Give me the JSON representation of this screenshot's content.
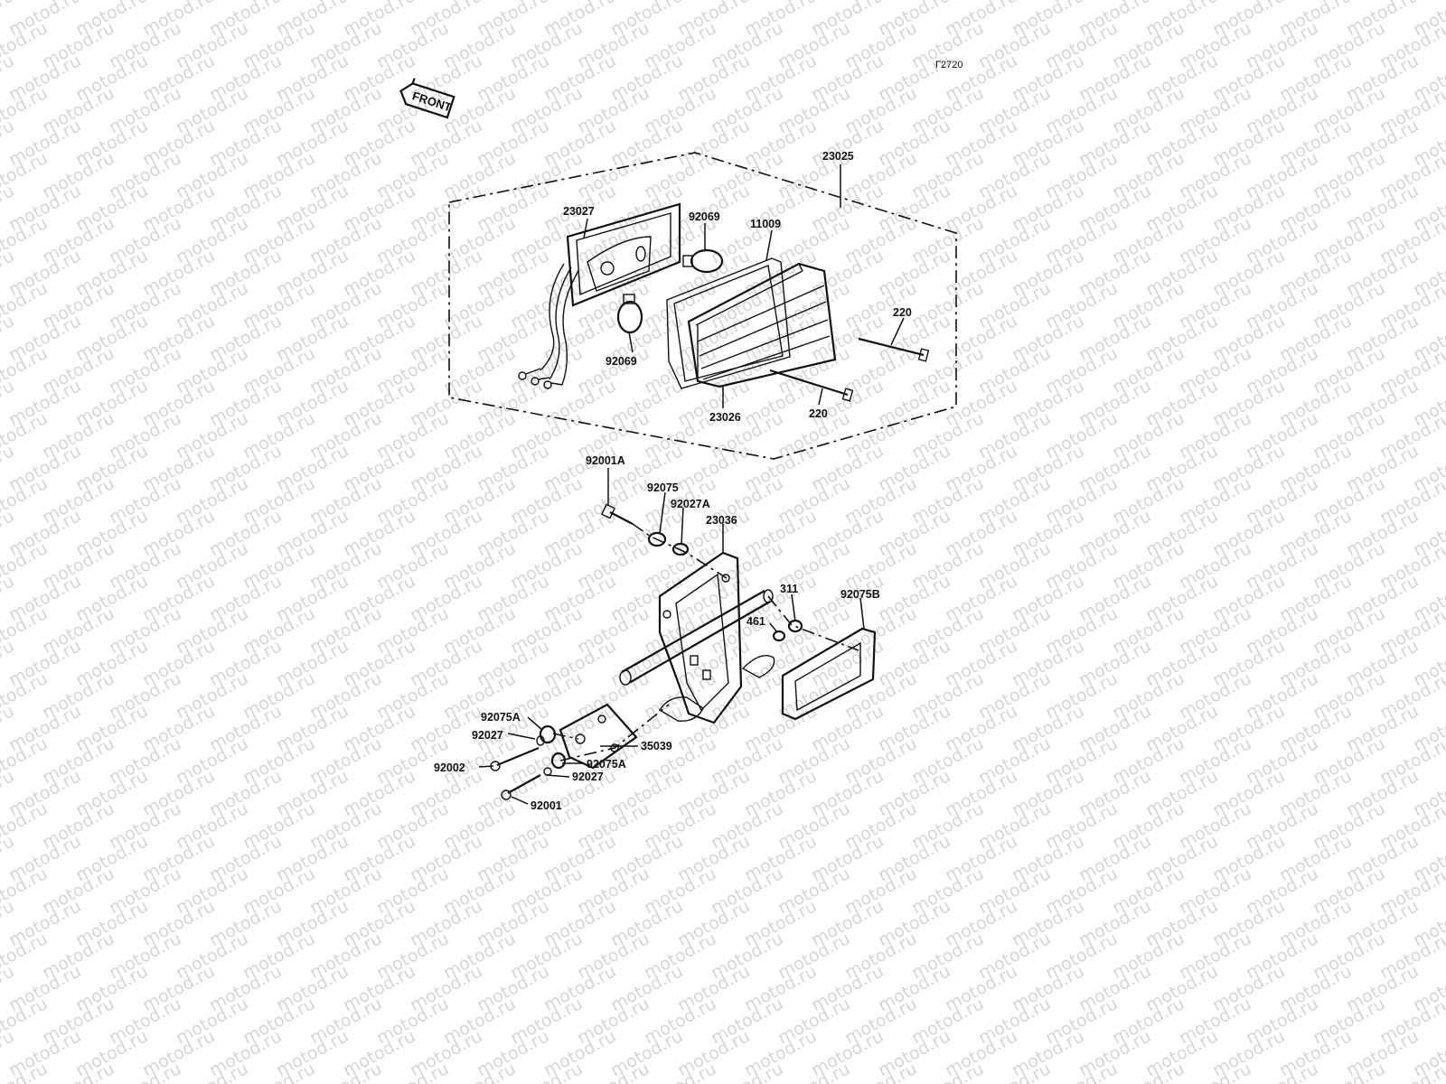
{
  "watermark": {
    "text": "motod.ru"
  },
  "figure_code": "Γ2720",
  "front_marker": {
    "label": "FRONT"
  },
  "parts": [
    {
      "id": "p23025",
      "number": "23025"
    },
    {
      "id": "p23027",
      "number": "23027"
    },
    {
      "id": "p92069_top",
      "number": "92069"
    },
    {
      "id": "p11009",
      "number": "11009"
    },
    {
      "id": "p220_top",
      "number": "220"
    },
    {
      "id": "p92069_bottom",
      "number": "92069"
    },
    {
      "id": "p23026",
      "number": "23026"
    },
    {
      "id": "p220_bottom",
      "number": "220"
    },
    {
      "id": "p92001A",
      "number": "92001A"
    },
    {
      "id": "p92075",
      "number": "92075"
    },
    {
      "id": "p92027A",
      "number": "92027A"
    },
    {
      "id": "p23036",
      "number": "23036"
    },
    {
      "id": "p311",
      "number": "311"
    },
    {
      "id": "p92075B",
      "number": "92075B"
    },
    {
      "id": "p461",
      "number": "461"
    },
    {
      "id": "p92075A_top",
      "number": "92075A"
    },
    {
      "id": "p92027_top",
      "number": "92027"
    },
    {
      "id": "p35039",
      "number": "35039"
    },
    {
      "id": "p92002",
      "number": "92002"
    },
    {
      "id": "p92075A_bottom",
      "number": "92075A"
    },
    {
      "id": "p92027_bottom",
      "number": "92027"
    },
    {
      "id": "p92001",
      "number": "92001"
    }
  ]
}
